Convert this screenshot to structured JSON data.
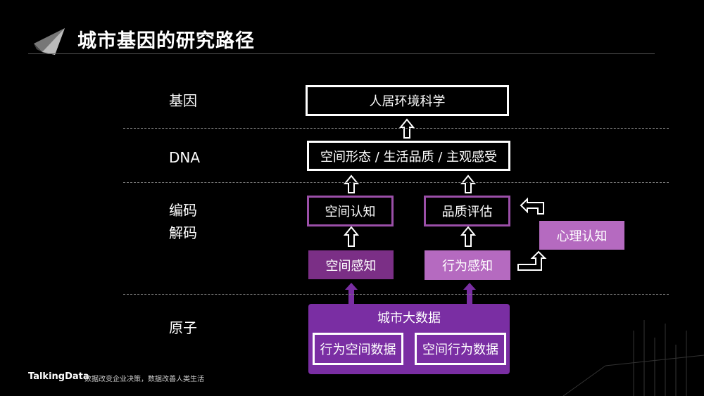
{
  "title": "城市基因的研究路径",
  "rows": {
    "gene": "基因",
    "dna": "DNA",
    "encode_line1": "编码",
    "encode_line2": "解码",
    "atom": "原子"
  },
  "boxes": {
    "human_env": "人居环境科学",
    "dna_box": "空间形态 / 生活品质 / 主观感受",
    "space_cognition": "空间认知",
    "quality_eval": "品质评估",
    "space_perception": "空间感知",
    "behavior_perception": "行为感知",
    "psych_cognition": "心理认知",
    "big_data": "城市大数据",
    "behavior_space_data": "行为空间数据",
    "space_behavior_data": "空间行为数据"
  },
  "footer": {
    "brand": "TalkingData",
    "slogan": "数据改变企业决策，数据改善人类生活"
  },
  "colors": {
    "accent_purple": "#7a2ea3",
    "outline_purple": "#9b4fa8",
    "dark_purple": "#7b2f86",
    "light_purple": "#b56ac0"
  }
}
